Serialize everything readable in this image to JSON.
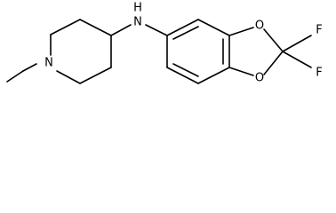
{
  "atoms": {
    "piperidine_n": "N",
    "amine_n": "N",
    "h_on_n": "H",
    "dioxole_o_top": "O",
    "dioxole_o_bottom": "O",
    "f_top": "F",
    "f_bottom": "F"
  },
  "colors": {
    "bond": "#000000",
    "label": "#000000",
    "background": "#ffffff"
  }
}
